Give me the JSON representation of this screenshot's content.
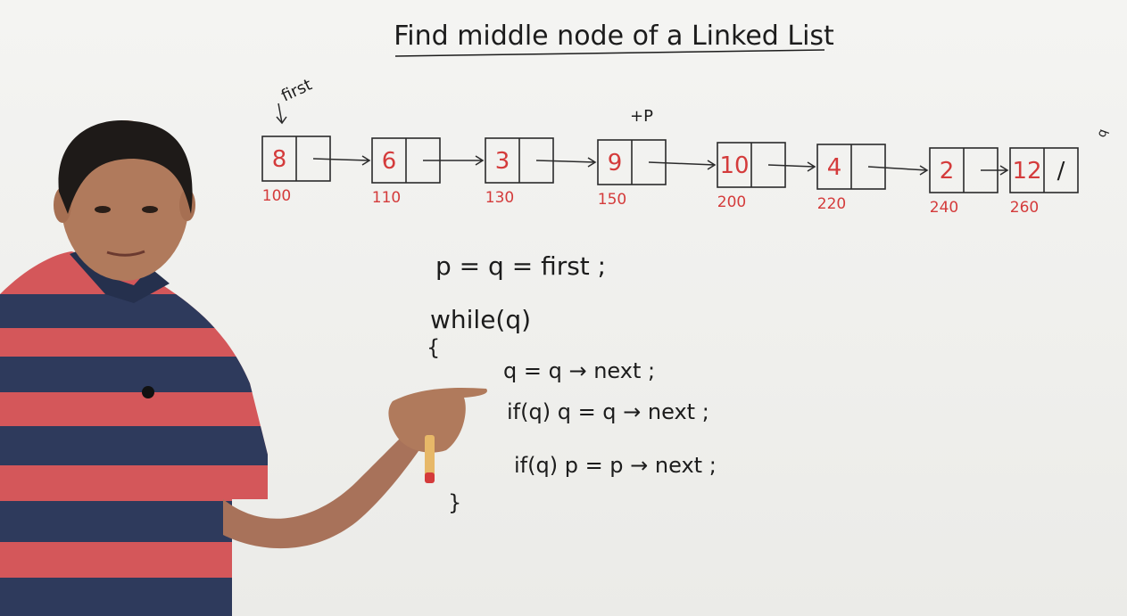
{
  "board": {
    "title": "Find middle node of a Linked List",
    "first_label": "first",
    "p_pointer_label": "+P",
    "q_pointer_label": "q"
  },
  "nodes": [
    {
      "value": "8",
      "address": "100",
      "next": ""
    },
    {
      "value": "6",
      "address": "110",
      "next": ""
    },
    {
      "value": "3",
      "address": "130",
      "next": ""
    },
    {
      "value": "9",
      "address": "150",
      "next": ""
    },
    {
      "value": "10",
      "address": "200",
      "next": ""
    },
    {
      "value": "4",
      "address": "220",
      "next": ""
    },
    {
      "value": "2",
      "address": "240",
      "next": ""
    },
    {
      "value": "12",
      "address": "260",
      "next": "/"
    }
  ],
  "code": {
    "line1": "p = q = first ;",
    "line2": "while(q)",
    "open_brace": "{",
    "line3": "q = q → next ;",
    "line4": "if(q)  q = q → next ;",
    "line5": "if(q)  p = p → next ;",
    "close_brace": "}"
  },
  "colors": {
    "ink": "#1c1c1c",
    "red_ink": "#d43b3b",
    "board": "#f1f1ef",
    "shirt_red": "#d4575a",
    "shirt_navy": "#2e3a5c",
    "collar": "#25304d",
    "skin": "#b07a5c",
    "hair": "#1e1a18"
  }
}
